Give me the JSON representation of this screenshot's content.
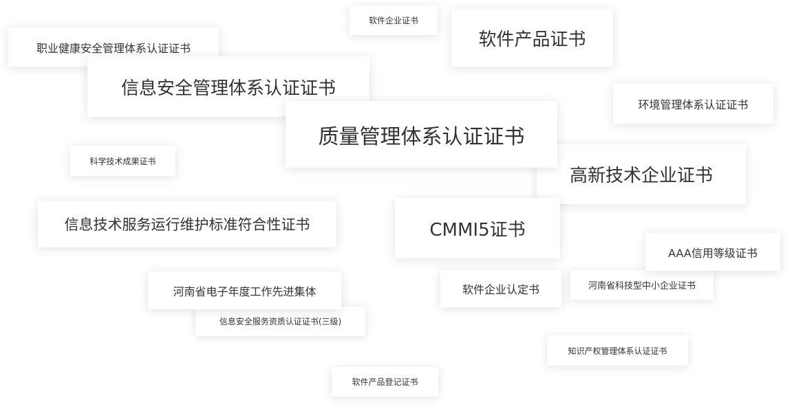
{
  "certificates": {
    "occupational_health": "职业健康安全管理体系认证证书",
    "software_enterprise": "软件企业证书",
    "software_product": "软件产品证书",
    "info_security_mgmt": "信息安全管理体系认证证书",
    "environment_mgmt": "环境管理体系认证证书",
    "quality_mgmt": "质量管理体系认证证书",
    "sci_tech_achievement": "科学技术成果证书",
    "high_tech_enterprise": "高新技术企业证书",
    "it_service_ops": "信息技术服务运行维护标准符合性证书",
    "cmmi5": "CMMI5证书",
    "aaa_credit": "AAA信用等级证书",
    "henan_youth_collective": "河南省电子年度工作先进集体",
    "software_enterprise_recognition": "软件企业认定书",
    "henan_sme": "河南省科技型中小企业证书",
    "info_security_service": "信息安全服务资质认证证书(三级)",
    "ip_mgmt": "知识产权管理体系认证证书",
    "software_registration": "软件产品登记证书"
  }
}
